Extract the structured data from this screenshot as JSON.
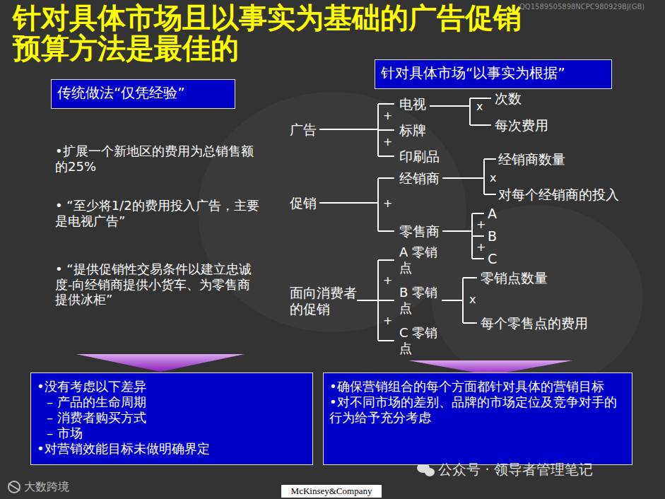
{
  "diagram": {
    "title": "针对具体市场且以事实为基础的广告促销预算方法是最佳的",
    "nodes": [
      {
        "text": [
          "传统做法“仅凭经验”"
        ]
      },
      {
        "text": [
          "针对具体市场“以事实为根据”"
        ]
      },
      {
        "text": [
          "•没有考虑以下差异",
          "– 产品的生命周期",
          "– 消费者购买方式",
          "– 市场",
          "•对营销效能目标未做明确界定"
        ]
      },
      {
        "text": [
          "•确保营销组合的每个方面都针对具体的营销目标",
          "•对不同市场的差别、品牌的市场定位及竞争对手的行为给予充分考虑"
        ]
      }
    ],
    "labels": [
      "QQ1589505898NCPC980929BJ(GB)",
      "•扩展一个新地区的费用为总销售额的25%",
      "• “至少将1/2的费用投入广告，主要是电视广告”",
      "• “提供促销性交易条件以建立忠诚度-向经销商提供小货车、为零售商提供冰柜”",
      "广告",
      "电视",
      "+",
      "标牌",
      "+",
      "印刷品",
      "次数",
      "x",
      "每次费用",
      "促销",
      "经销商",
      "+",
      "零售商",
      "经销商数量",
      "x",
      "对每个经销商的投入",
      "A",
      "+",
      "B",
      "+",
      "C",
      "面向消费者的促销",
      "A 零销点",
      "+",
      "B 零销点",
      "+",
      "C 零销点",
      "零销点数量",
      "x",
      "每个零售点的费用",
      "公众号 · 领导者管理笔记",
      "大数跨境",
      "McKinsey&Company"
    ]
  }
}
